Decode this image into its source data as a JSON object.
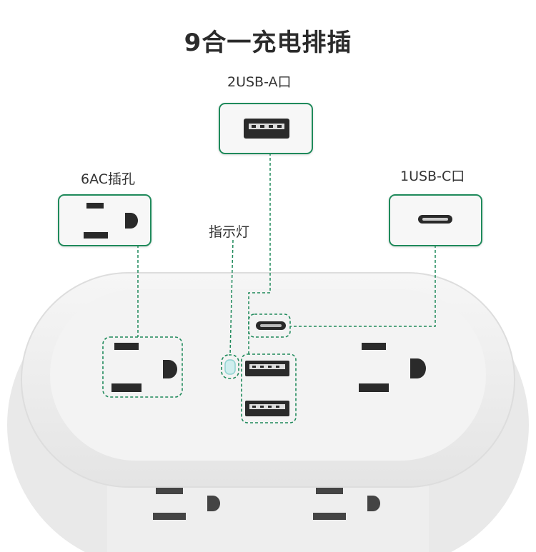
{
  "title": "9合一充电排插",
  "labels": {
    "usb_a": "2USB-A口",
    "ac": "6AC插孔",
    "usb_c": "1USB-C口",
    "indicator": "指示灯"
  },
  "colors": {
    "accent": "#1f8a5b",
    "body": "#f2f2f2",
    "slot": "#2a2a2a"
  }
}
